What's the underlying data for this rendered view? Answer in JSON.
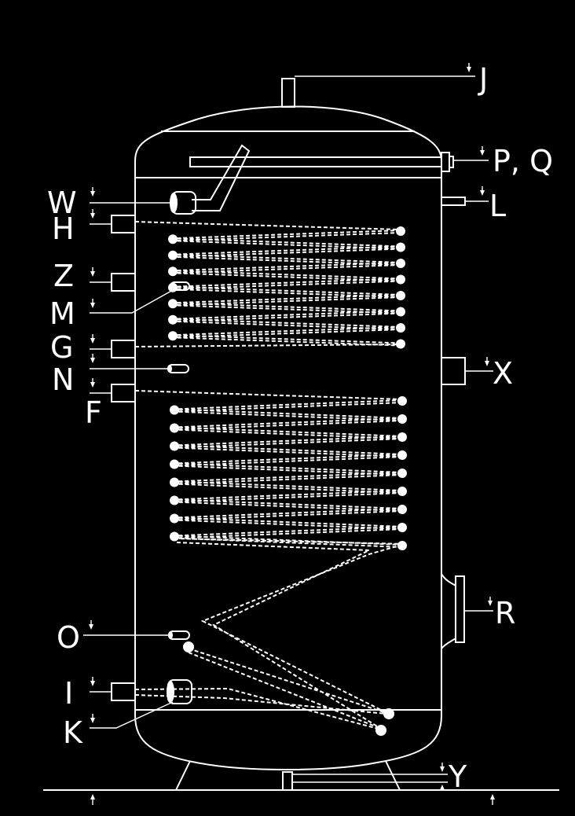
{
  "labels": {
    "J": "J",
    "PQ": "P, Q",
    "L": "L",
    "W": "W",
    "H": "H",
    "Z": "Z",
    "M": "M",
    "G": "G",
    "N": "N",
    "X": "X",
    "F": "F",
    "R": "R",
    "O": "O",
    "I": "I",
    "K": "K",
    "Y": "Y"
  },
  "colors": {
    "background": "#000000",
    "line": "#ffffff"
  }
}
